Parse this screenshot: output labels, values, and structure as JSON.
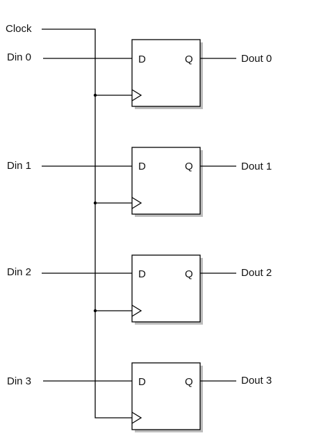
{
  "clock": {
    "label": "Clock"
  },
  "flipflops": [
    {
      "input": "Din 0",
      "output": "Dout 0",
      "d_pin": "D",
      "q_pin": "Q"
    },
    {
      "input": "Din 1",
      "output": "Dout 1",
      "d_pin": "D",
      "q_pin": "Q"
    },
    {
      "input": "Din 2",
      "output": "Dout 2",
      "d_pin": "D",
      "q_pin": "Q"
    },
    {
      "input": "Din 3",
      "output": "Dout 3",
      "d_pin": "D",
      "q_pin": "Q"
    }
  ],
  "colors": {
    "line": "#000000",
    "background": "#ffffff",
    "shadow": "#bdbdbd"
  }
}
